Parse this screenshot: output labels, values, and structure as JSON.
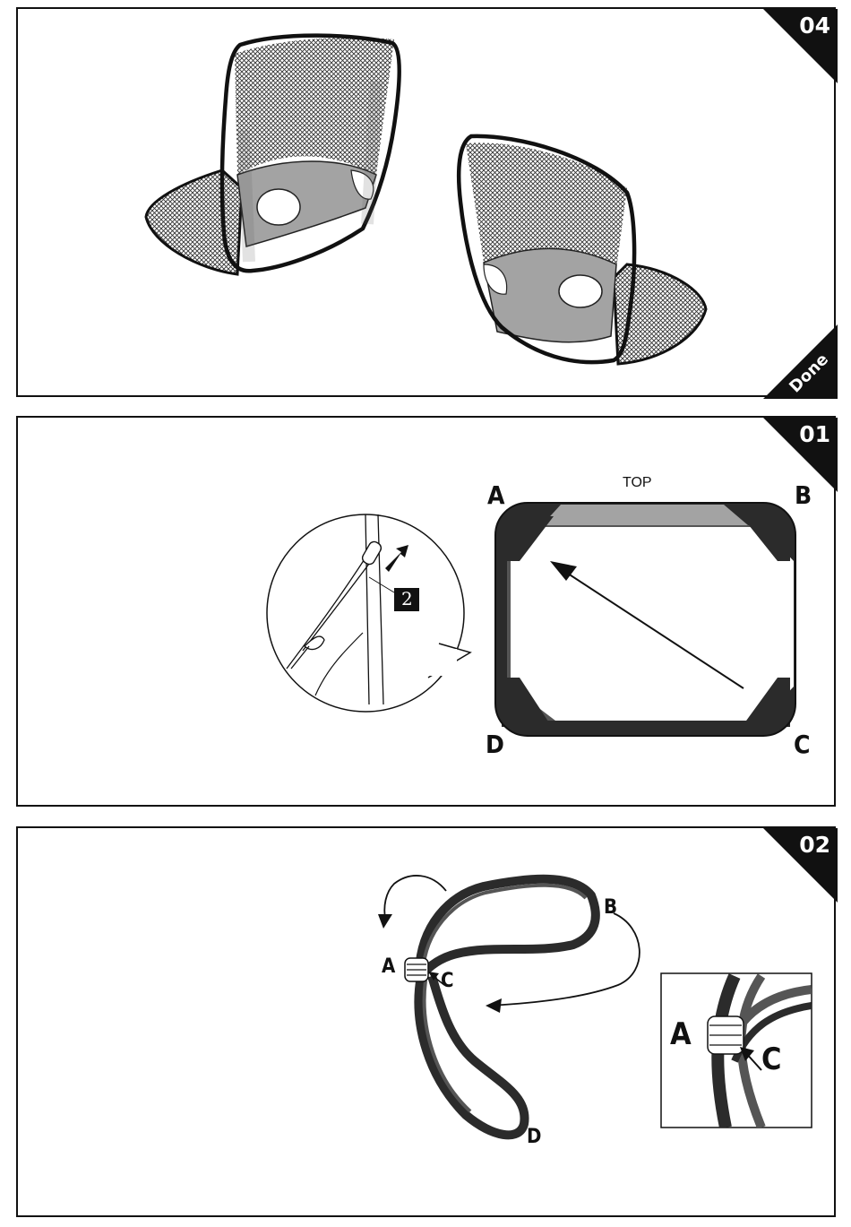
{
  "panels": {
    "p04": {
      "step": "04",
      "badge": "Done"
    },
    "p01": {
      "step": "01",
      "top_label": "TOP",
      "corners": {
        "a": "A",
        "b": "B",
        "c": "C",
        "d": "D"
      },
      "callout_number": "2"
    },
    "p02": {
      "step": "02",
      "loop_labels": {
        "a": "A",
        "b": "B",
        "c": "C",
        "d": "D"
      },
      "inset_labels": {
        "a": "A",
        "c": "C"
      }
    }
  },
  "colors": {
    "stroke": "#111111",
    "frame_dark": "#2b2b2b",
    "frame_mid": "#555555",
    "panel_grey": "#a3a3a3",
    "mesh": "#444444"
  }
}
